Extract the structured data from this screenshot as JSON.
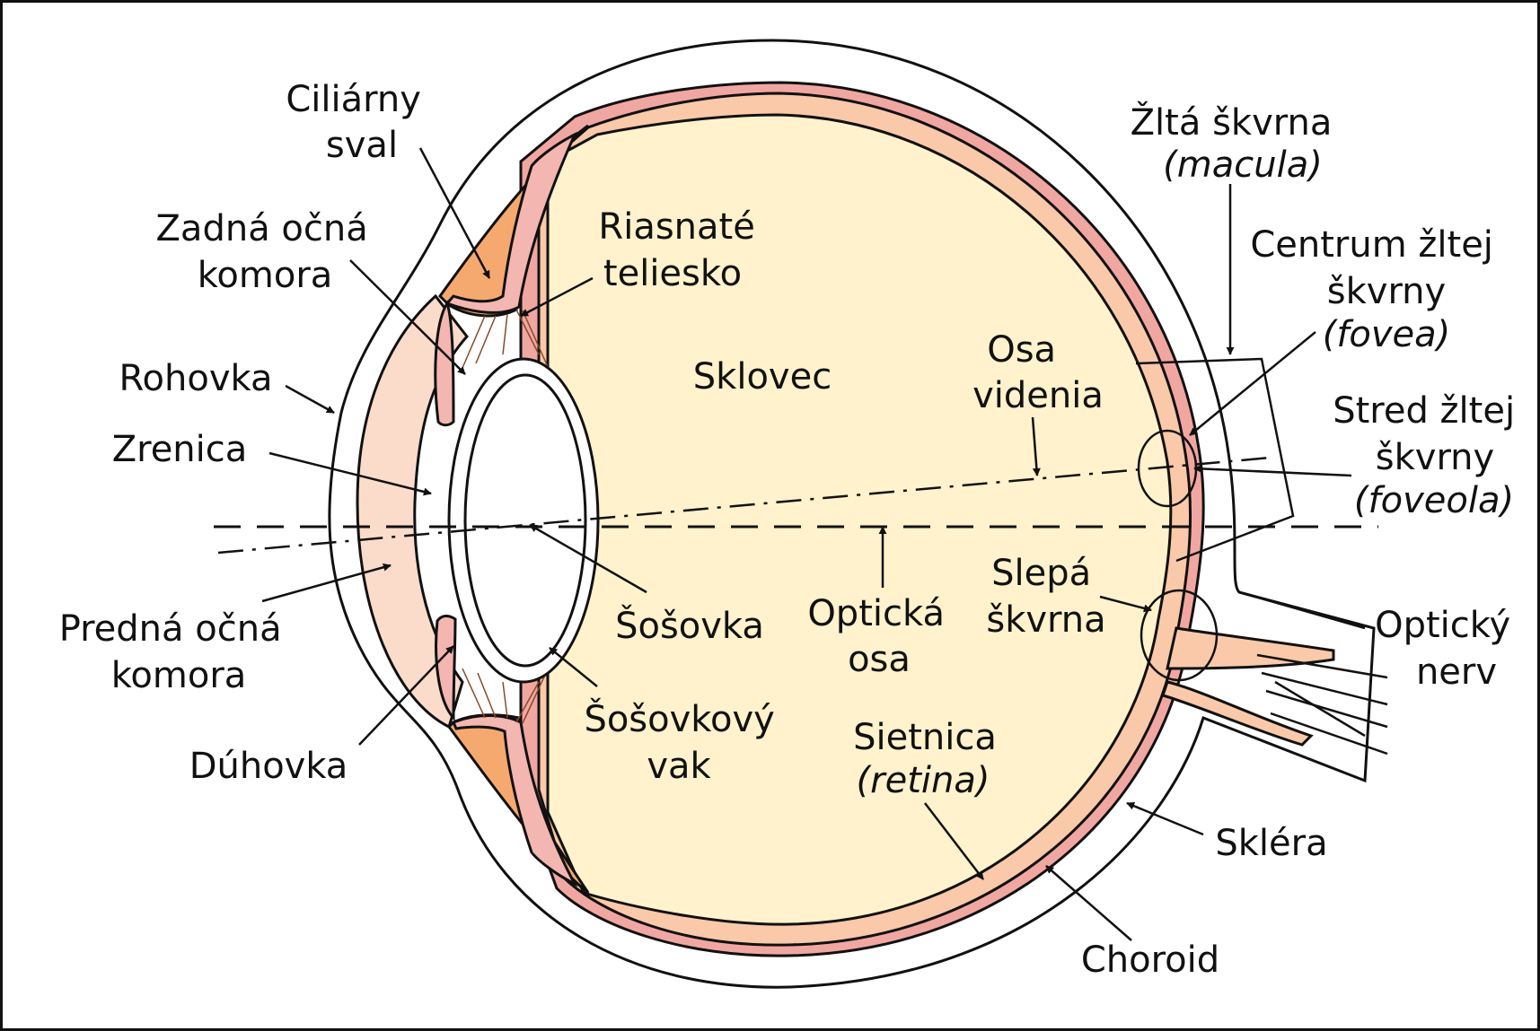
{
  "colors": {
    "background": "#ffffff",
    "frame": "#111111",
    "outline": "#111111",
    "vitreous": "#fff2cc",
    "retina": "#f9c9a9",
    "choroid": "#f1a7a1",
    "ciliary_muscle": "#f6a96f",
    "anterior_chamber": "#fbdccb",
    "iris": "#f4b6b0",
    "lens": "#ffffff"
  },
  "labels": {
    "ciliary_muscle": [
      "Ciliárny",
      "sval"
    ],
    "posterior_chamber": [
      "Zadná očná",
      "komora"
    ],
    "cornea": "Rohovka",
    "pupil": "Zrenica",
    "anterior_chamber": [
      "Predná očná",
      "komora"
    ],
    "iris": "Dúhovka",
    "ciliary_body": [
      "Riasnaté",
      "teliesko"
    ],
    "vitreous": "Sklovec",
    "lens": "Šošovka",
    "lens_capsule": [
      "Šošovkový",
      "vak"
    ],
    "optical_axis": [
      "Optická",
      "osa"
    ],
    "visual_axis": [
      "Osa",
      "videnia"
    ],
    "retina": "Sietnica",
    "retina_latin": "(retina)",
    "macula": "Žltá škvrna",
    "macula_latin": "(macula)",
    "fovea": [
      "Centrum žltej",
      "škvrny"
    ],
    "fovea_latin": "(fovea)",
    "foveola": [
      "Stred žltej",
      "škvrny"
    ],
    "foveola_latin": "(foveola)",
    "blind_spot": [
      "Slepá",
      "škvrna"
    ],
    "optic_nerve": [
      "Optický",
      "nerv"
    ],
    "sclera": "Skléra",
    "choroid": "Choroid"
  }
}
